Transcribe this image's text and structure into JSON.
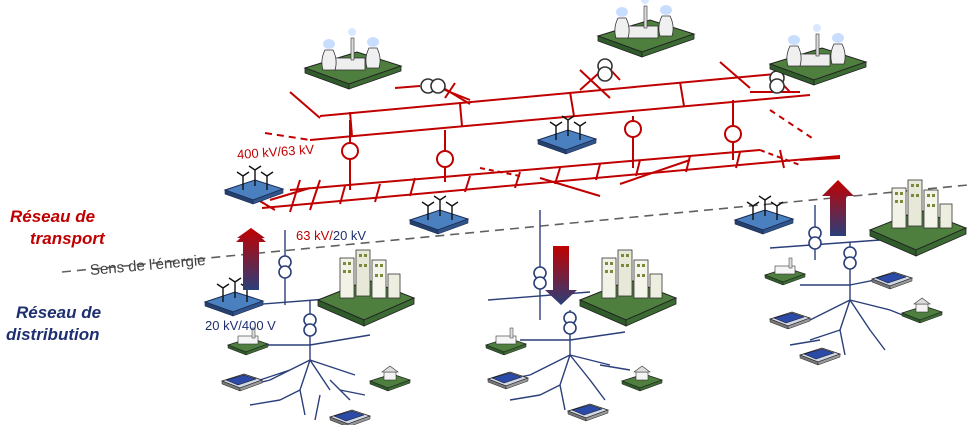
{
  "labels": {
    "transport_line1": "Réseau de",
    "transport_line2": "transport",
    "distribution_line1": "Réseau de",
    "distribution_line2": "distribution",
    "energy_direction": "Sens de l’énergie",
    "hv_transform": "400 kV/63 kV",
    "mv_transform_a": "63 kV/",
    "mv_transform_b": "20 kV",
    "lv_transform": "20 kV/400 V"
  },
  "colors": {
    "transport": "#c00000",
    "distribution": "#2b3f7a",
    "ground": "#3c6e3c",
    "wind_farm": "#4a7fc0"
  },
  "icons": [
    "power-plant-icon",
    "transformer-icon",
    "wind-farm-icon",
    "city-icon",
    "solar-panel-icon",
    "house-icon",
    "factory-icon",
    "energy-arrow-icon"
  ]
}
